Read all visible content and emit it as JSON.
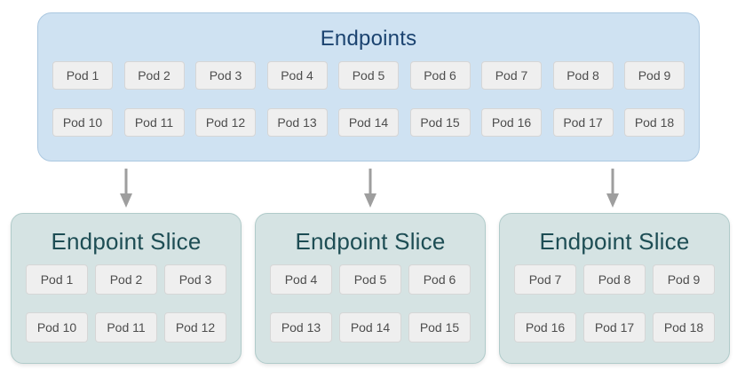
{
  "colors": {
    "endpoints_bg": "#cfe2f2",
    "endpoints_border": "#abc8e0",
    "endpoints_title": "#1b4370",
    "slice_bg": "#d5e3e3",
    "slice_border": "#b0cbca",
    "slice_title": "#1d4d54",
    "pod_bg": "#efefef",
    "pod_border": "#d6d6d6",
    "pod_text": "#4d4d4d",
    "arrow": "#9e9e9e",
    "canvas_bg": "#ffffff"
  },
  "endpoints_box": {
    "title": "Endpoints",
    "rows": [
      [
        "Pod 1",
        "Pod 2",
        "Pod 3",
        "Pod 4",
        "Pod 5",
        "Pod 6",
        "Pod 7",
        "Pod 8",
        "Pod 9"
      ],
      [
        "Pod 10",
        "Pod 11",
        "Pod 12",
        "Pod 13",
        "Pod 14",
        "Pod 15",
        "Pod 16",
        "Pod 17",
        "Pod 18"
      ]
    ]
  },
  "slices": [
    {
      "title": "Endpoint Slice",
      "rows": [
        [
          "Pod 1",
          "Pod 2",
          "Pod 3"
        ],
        [
          "Pod 10",
          "Pod 11",
          "Pod 12"
        ]
      ]
    },
    {
      "title": "Endpoint Slice",
      "rows": [
        [
          "Pod 4",
          "Pod 5",
          "Pod 6"
        ],
        [
          "Pod 13",
          "Pod 14",
          "Pod 15"
        ]
      ]
    },
    {
      "title": "Endpoint Slice",
      "rows": [
        [
          "Pod 7",
          "Pod 8",
          "Pod 9"
        ],
        [
          "Pod 16",
          "Pod 17",
          "Pod 18"
        ]
      ]
    }
  ]
}
